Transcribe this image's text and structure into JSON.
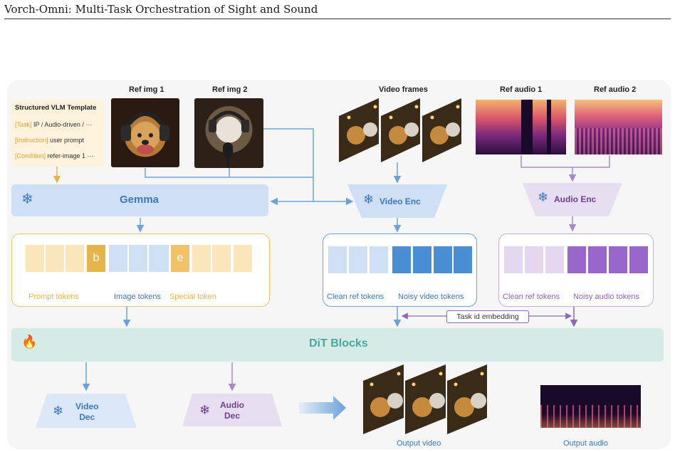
{
  "header": {
    "title": "Vorch-Omni: Multi-Task Orchestration of Sight and Sound"
  },
  "template": {
    "title": "Structured VLM Template",
    "rows": [
      {
        "key": "[Task]",
        "val": " IP / Audio-driven / ···"
      },
      {
        "key": "[Instruction]",
        "val": " user prompt"
      },
      {
        "key": "[Condition]",
        "val": " refer-image 1 ···"
      }
    ]
  },
  "labels": {
    "ref_img_1": "Ref img 1",
    "ref_img_2": "Ref img 2",
    "video_frames": "Video frames",
    "ref_audio_1": "Ref audio 1",
    "ref_audio_2": "Ref audio 2"
  },
  "encoders": {
    "gemma": "Gemma",
    "video_enc": "Video Enc",
    "audio_enc": "Audio Enc"
  },
  "token_labels": {
    "prompt": "Prompt tokens",
    "image": "Image tokens",
    "special": "Special token",
    "clean_ref": "Clean ref tokens",
    "noisy_video": "Noisy video tokens",
    "clean_ref_audio": "Clean ref tokens",
    "noisy_audio": "Noisy audio tokens",
    "b": "b",
    "e": "e"
  },
  "task_id": "Task id embedding",
  "dit": "DiT Blocks",
  "decoders": {
    "video_dec_1": "Video",
    "video_dec_2": "Dec",
    "audio_dec_1": "Audio",
    "audio_dec_2": "Dec"
  },
  "outputs": {
    "video": "Output video",
    "audio": "Output audio"
  },
  "icons": {
    "frozen": "snowflake-icon",
    "trainable": "flame-icon"
  },
  "colors": {
    "blue": "#3a78bd",
    "orange": "#e6b54a",
    "purple": "#8d66b5",
    "teal": "#4aa7a0"
  }
}
